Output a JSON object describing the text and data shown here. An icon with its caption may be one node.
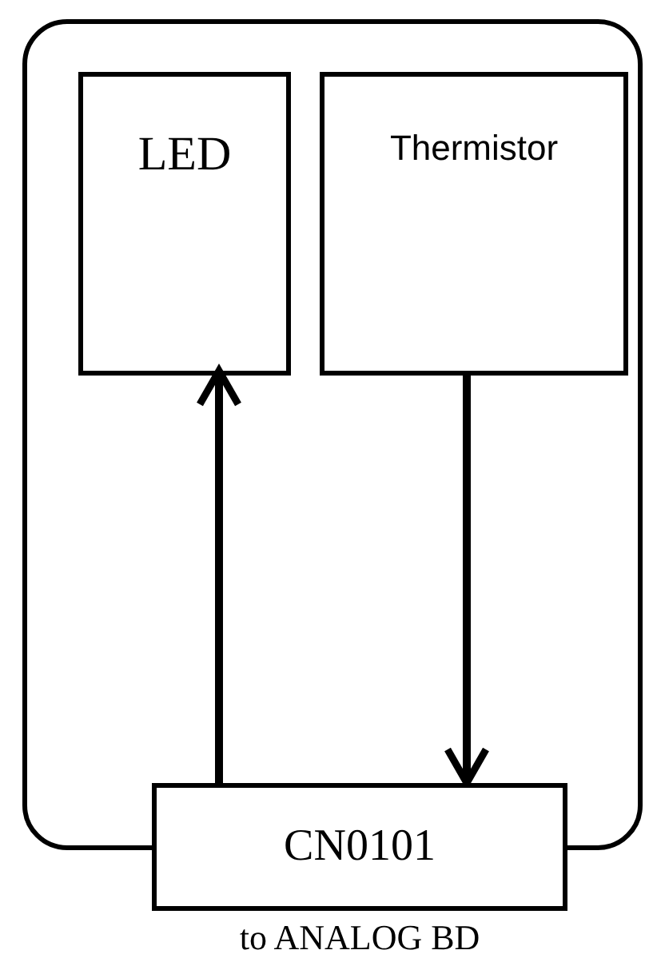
{
  "diagram": {
    "nodes": [
      {
        "text": [],
        "shape": "box"
      },
      {
        "text": [
          "LED"
        ],
        "in": 0
      },
      {
        "text": [
          "Thermistor"
        ],
        "in": 0
      },
      {
        "text": [
          "CN0101"
        ],
        "beside": [
          "to ANALOG BD"
        ]
      }
    ],
    "edges": [
      {
        "from": 3,
        "to": 1,
        "arrow": "to"
      },
      {
        "from": 2,
        "to": 3,
        "arrow": "to"
      }
    ]
  }
}
